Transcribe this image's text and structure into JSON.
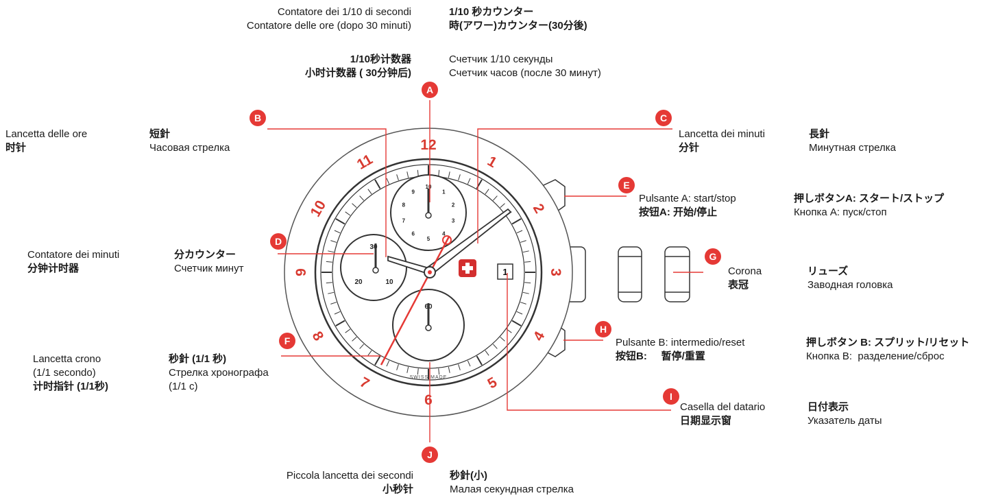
{
  "labels": {
    "A": {
      "letter": "A",
      "it": [
        "Contatore dei 1/10 di secondi",
        "Contatore delle ore (dopo 30 minuti)"
      ],
      "ja": [
        "1/10 秒カウンター",
        "時(アワー)カウンター(30分後)"
      ],
      "zh": [
        "1/10秒计数器",
        "小时计数器 ( 30分钟后)"
      ],
      "ru": [
        "Счетчик 1/10 секунды",
        "Счетчик часов (после 30 минут)"
      ]
    },
    "B": {
      "letter": "B",
      "it": "Lancetta delle ore",
      "zh": "时针",
      "ja": "短針",
      "ru": "Часовая стрелка"
    },
    "C": {
      "letter": "C",
      "it": "Lancetta dei minuti",
      "zh": "分针",
      "ja": "長針",
      "ru": "Минутная стрелка"
    },
    "D": {
      "letter": "D",
      "it": "Contatore dei minuti",
      "zh": "分钟计时器",
      "ja": "分カウンター",
      "ru": "Счетчик минут"
    },
    "E": {
      "letter": "E",
      "it": "Pulsante A: start/stop",
      "zh": "按钮A:  开始/停止",
      "ja": "押しボタンA: スタート/ストップ",
      "ru": "Кнопка A: пуск/стоп"
    },
    "F": {
      "letter": "F",
      "it": [
        "Lancetta crono",
        "(1/1 secondo)"
      ],
      "zh": "计时指针 (1/1秒)",
      "ja": "秒針 (1/1 秒)",
      "ru": [
        "Стрелка хронографа",
        "(1/1 c)"
      ]
    },
    "G": {
      "letter": "G",
      "it": "Corona",
      "zh": "表冠",
      "ja": "リューズ",
      "ru": "Заводная головка"
    },
    "H": {
      "letter": "H",
      "it": "Pulsante B: intermedio/reset",
      "zh": "按钮B:     暂停/重置",
      "ja": "押しボタン B: スプリット/リセット",
      "ru": "Кнопка B:  разделение/сброс"
    },
    "I": {
      "letter": "I",
      "it": "Casella del datario",
      "zh": "日期显示窗",
      "ja": "日付表示",
      "ru": "Указатель даты"
    },
    "J": {
      "letter": "J",
      "it": "Piccola lancetta dei secondi",
      "zh": "小秒针",
      "ja": "秒針(小)",
      "ru": "Малая секундная стрелка"
    }
  },
  "watch": {
    "bezel_numerals": [
      "12",
      "1",
      "2",
      "3",
      "4",
      "5",
      "6",
      "7",
      "8",
      "9",
      "10",
      "11"
    ],
    "top_subdial_numbers": [
      "10",
      "1",
      "2",
      "3",
      "4",
      "5",
      "6",
      "7",
      "8",
      "9"
    ],
    "left_subdial_numbers": [
      "30",
      "20",
      "10"
    ],
    "bottom_subdial_number": "60",
    "date_value": "1",
    "dial_text": "SWISS MADE"
  },
  "colors": {
    "accent": "#e53935",
    "numerals": "#d83a30"
  }
}
